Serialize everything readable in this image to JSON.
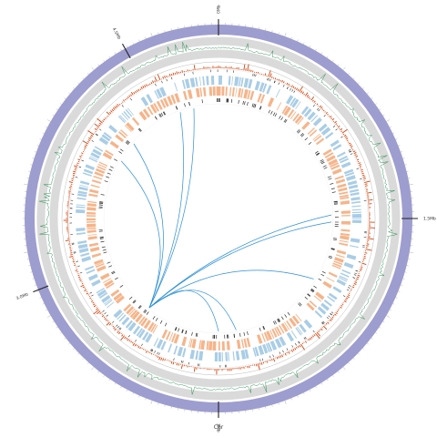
{
  "genome_label": "Chr",
  "position_labels": [
    {
      "text": "0Mb",
      "frac": 0.0
    },
    {
      "text": "1.5Mb",
      "frac": 0.25
    },
    {
      "text": "3Mb",
      "frac": 0.5
    },
    {
      "text": "3.0Mb",
      "frac": 0.69
    },
    {
      "text": "4.5Mb",
      "frac": 0.92
    }
  ],
  "colors": {
    "ideogram": "#9d9dcf",
    "gray_band": "#dadada",
    "line_track": "#1e8a4a",
    "bar_track": "#d0450f",
    "forward_genes": "#a9cde6",
    "reverse_genes": "#f6b48a",
    "marks": "#333333",
    "links": "#2b8fd6"
  },
  "links": [
    {
      "from": 0.605,
      "to": 0.945
    },
    {
      "from": 0.605,
      "to": 0.965
    },
    {
      "from": 0.605,
      "to": 0.865
    },
    {
      "from": 0.605,
      "to": 0.835
    },
    {
      "from": 0.605,
      "to": 0.245
    },
    {
      "from": 0.605,
      "to": 0.255
    },
    {
      "from": 0.605,
      "to": 0.34
    },
    {
      "from": 0.605,
      "to": 0.475
    },
    {
      "from": 0.605,
      "to": 0.5
    }
  ]
}
